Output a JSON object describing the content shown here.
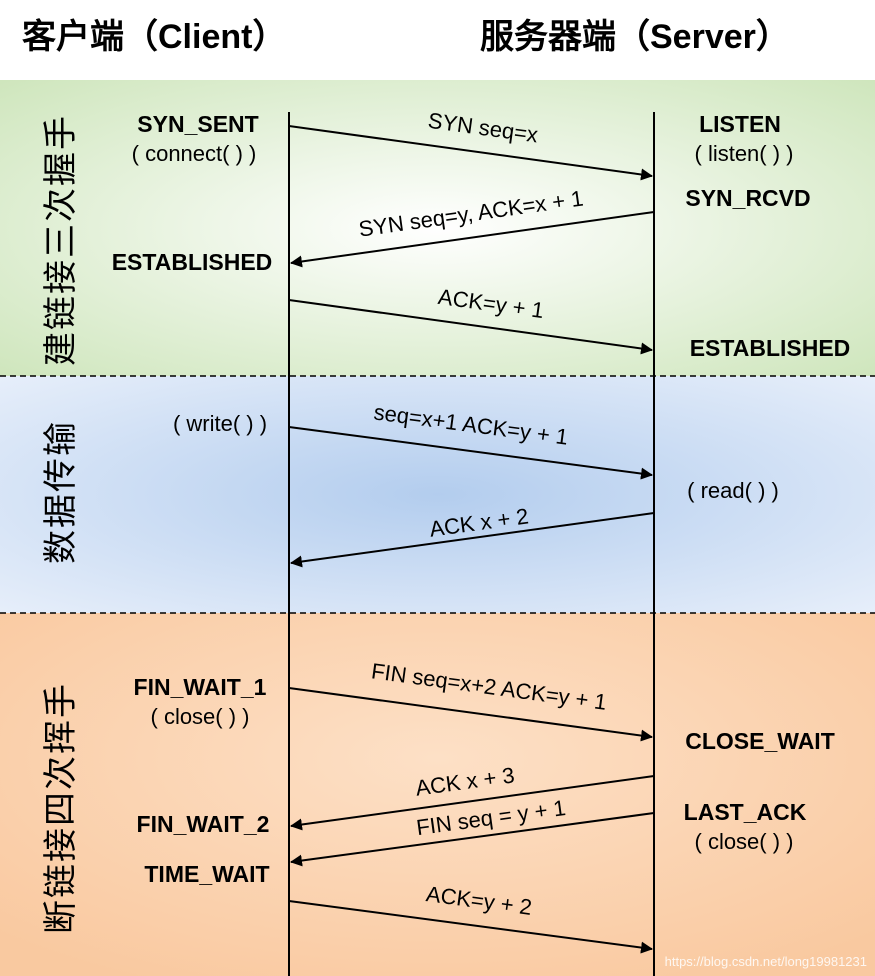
{
  "headers": {
    "client": "客户端（Client）",
    "server": "服务器端（Server）"
  },
  "phases": {
    "handshake": "建链接三次握手",
    "transfer": "数据传输",
    "wave": "断链接四次挥手"
  },
  "colors": {
    "handshake_band": "#e2efd9",
    "transfer_band": "#c6d9f1",
    "wave_band": "#fcd9bb",
    "line": "#000000"
  },
  "client_states": {
    "syn_sent": "SYN_SENT",
    "connect_call": "( connect( ) )",
    "established": "ESTABLISHED",
    "write_call": "( write( ) )",
    "fin_wait_1": "FIN_WAIT_1",
    "close_call": "( close( ) )",
    "fin_wait_2": "FIN_WAIT_2",
    "time_wait": "TIME_WAIT"
  },
  "server_states": {
    "listen": "LISTEN",
    "listen_call": "( listen( ) )",
    "syn_rcvd": "SYN_RCVD",
    "established": "ESTABLISHED",
    "read_call": "( read( ) )",
    "close_wait": "CLOSE_WAIT",
    "last_ack": "LAST_ACK",
    "close_call": "( close( ) )"
  },
  "messages": {
    "m1": "SYN seq=x",
    "m2": "SYN seq=y, ACK=x + 1",
    "m3": "ACK=y + 1",
    "m4": "seq=x+1 ACK=y + 1",
    "m5": "ACK x + 2",
    "m6": "FIN seq=x+2 ACK=y + 1",
    "m7": "ACK x + 3",
    "m8": "FIN seq = y + 1",
    "m9": "ACK=y + 2"
  },
  "watermark": "https://blog.csdn.net/long19981231"
}
